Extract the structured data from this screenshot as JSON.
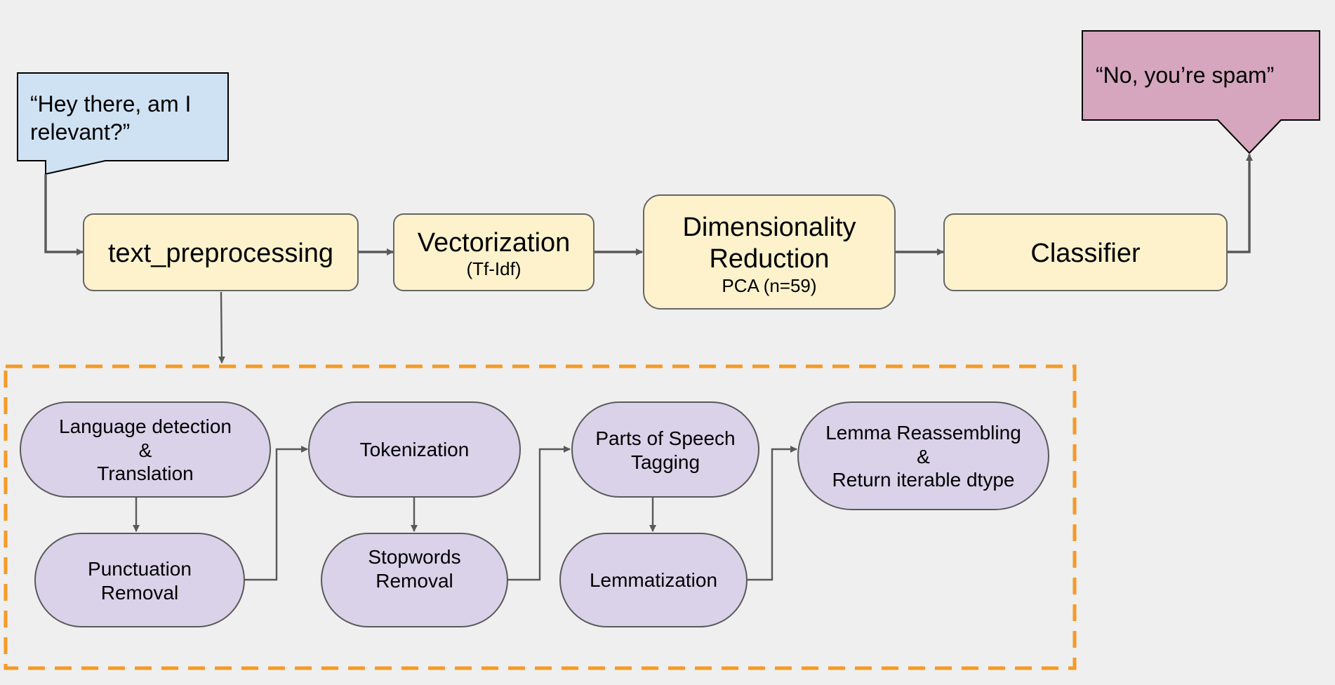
{
  "colors": {
    "background": "#efefef",
    "pipeline_box": "#fef2cc",
    "subprocess_box": "#d9d2e9",
    "input_bubble": "#cfe2f3",
    "output_bubble": "#d5a6bd",
    "dashed_border": "#f59a25",
    "connector": "#595959"
  },
  "input_bubble": {
    "lines": [
      "“Hey there, am I",
      "relevant?”"
    ]
  },
  "output_bubble": {
    "text": "“No, you’re spam”"
  },
  "pipeline": {
    "text_preprocessing": {
      "title": "text_preprocessing"
    },
    "vectorization": {
      "title": "Vectorization",
      "subtitle": "(Tf-Idf)"
    },
    "dimensionality_reduction": {
      "title_lines": [
        "Dimensionality",
        "Reduction"
      ],
      "subtitle": "PCA (n=59)"
    },
    "classifier": {
      "title": "Classifier"
    }
  },
  "subprocess": {
    "language_detection": {
      "lines": [
        "Language detection",
        "&",
        "Translation"
      ]
    },
    "punctuation_removal": {
      "lines": [
        "Punctuation",
        "Removal"
      ]
    },
    "tokenization": {
      "lines": [
        "Tokenization"
      ]
    },
    "stopwords_removal": {
      "lines": [
        "Stopwords",
        "Removal"
      ]
    },
    "pos_tagging": {
      "lines": [
        "Parts of Speech",
        "Tagging"
      ]
    },
    "lemmatization": {
      "lines": [
        "Lemmatization"
      ]
    },
    "lemma_reassembling": {
      "lines": [
        "Lemma Reassembling",
        "&",
        "Return iterable dtype"
      ]
    }
  }
}
